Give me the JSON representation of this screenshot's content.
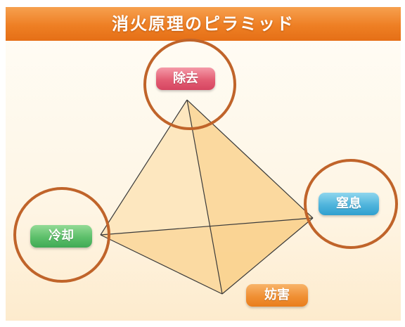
{
  "header": {
    "title": "消火原理のピラミッド"
  },
  "labels": {
    "top": "除去",
    "right": "窒息",
    "left": "冷却",
    "bottom": "妨害"
  },
  "colors": {
    "header": "#ee7f24",
    "ring": "#c0642a",
    "pyramid_face": "#fcdba0",
    "edge": "#3a3a3a",
    "top_label": "#e35d73",
    "right_label": "#4fb4dc",
    "left_label": "#5cbf6a",
    "bottom_label": "#f09034"
  }
}
